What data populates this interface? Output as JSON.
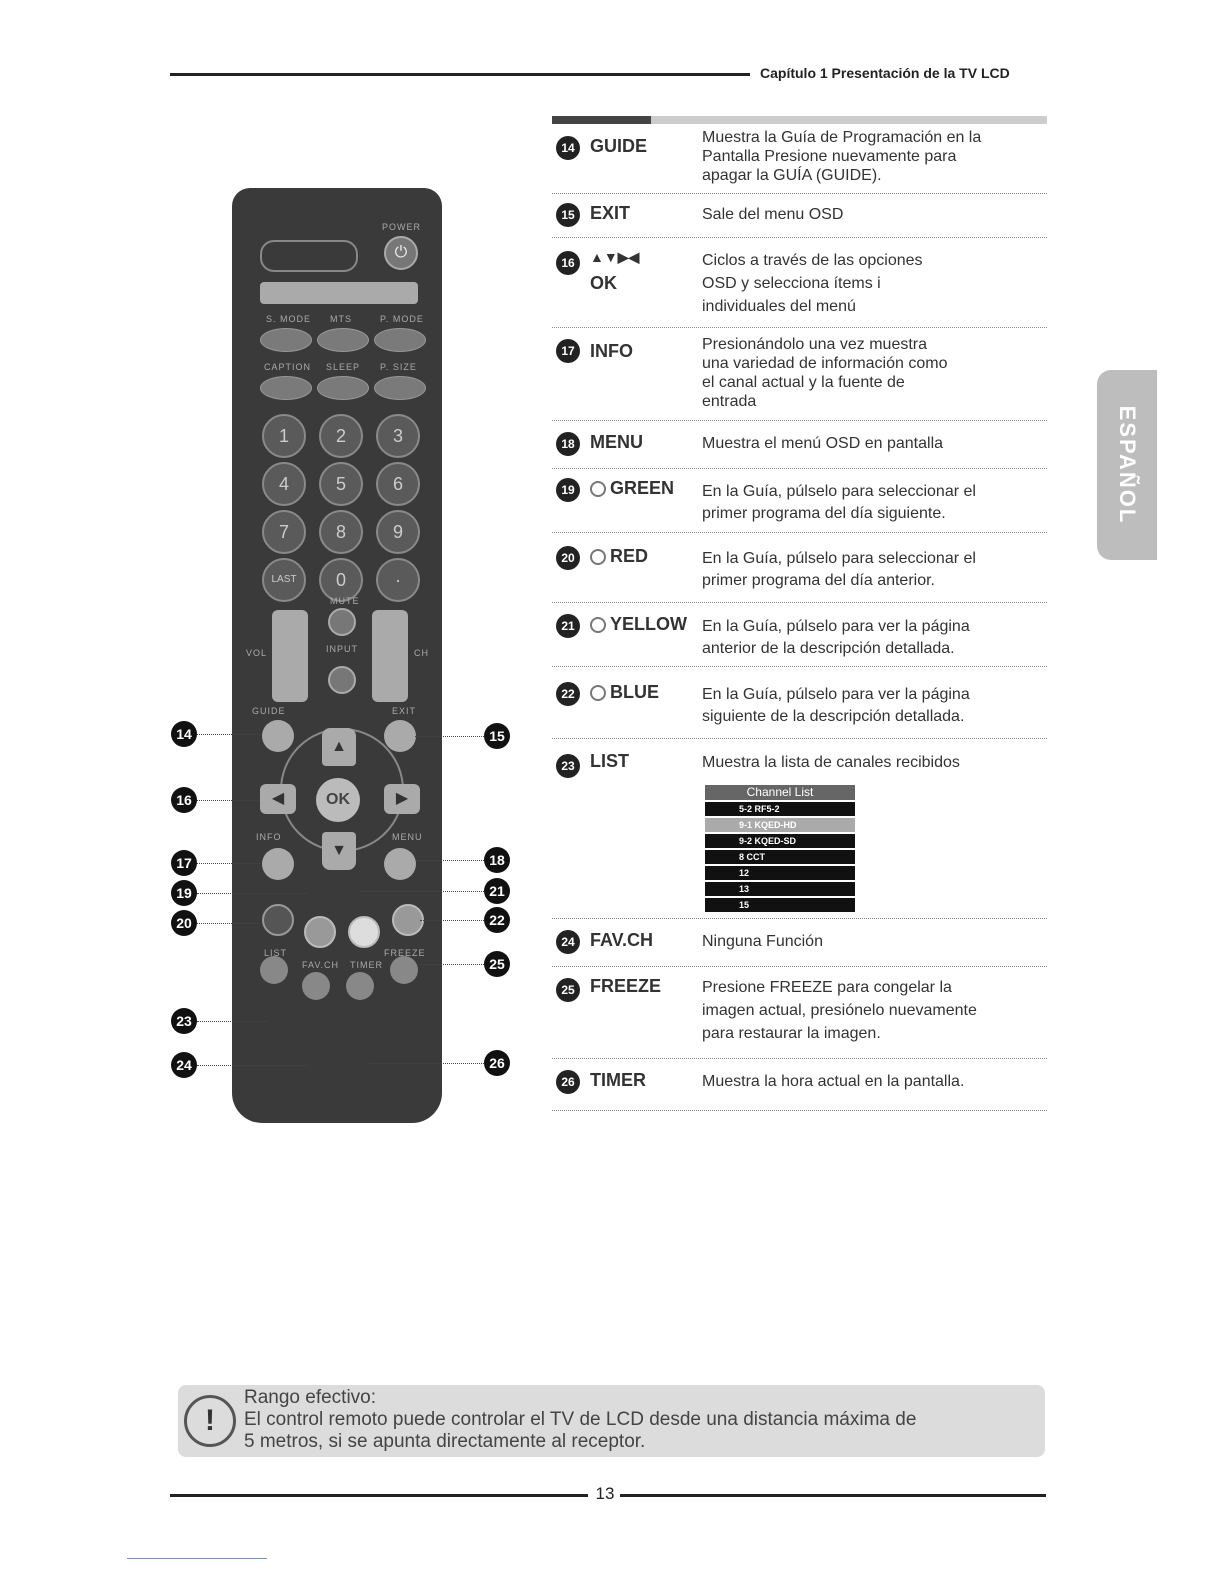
{
  "header": {
    "chapter": "Capítulo 1 Presentación de la TV LCD"
  },
  "side_tab": "ESPAÑOL",
  "remote": {
    "labels": {
      "power": "POWER",
      "s_mode": "S. MODE",
      "mts": "MTS",
      "p_mode": "P. MODE",
      "caption": "CAPTION",
      "sleep": "SLEEP",
      "p_size": "P. SIZE",
      "mute": "MUTE",
      "vol": "VOL",
      "input": "INPUT",
      "ch": "CH",
      "guide": "GUIDE",
      "exit": "EXIT",
      "info": "INFO",
      "menu": "MENU",
      "ok": "OK",
      "list": "LIST",
      "fav_ch": "FAV.CH",
      "timer": "TIMER",
      "freeze": "FREEZE",
      "last": "LAST",
      "dash": "-"
    },
    "numbers": [
      "1",
      "2",
      "3",
      "4",
      "5",
      "6",
      "7",
      "8",
      "9",
      "LAST",
      "0",
      "·"
    ],
    "callouts": [
      "14",
      "15",
      "16",
      "17",
      "18",
      "19",
      "20",
      "21",
      "22",
      "23",
      "24",
      "25",
      "26"
    ]
  },
  "rows": [
    {
      "num": "14",
      "key": "GUIDE",
      "desc": [
        "Muestra la Guía de Programación en la",
        "Pantalla Presione nuevamente para",
        "apagar la GUÍA (GUIDE)."
      ]
    },
    {
      "num": "15",
      "key": "EXIT",
      "desc": [
        "Sale del menu OSD"
      ]
    },
    {
      "num": "16",
      "key": "▲▼▶◀",
      "key2": "OK",
      "desc": [
        "Ciclos a través de las opciones",
        "OSD y selecciona ítems i",
        "individuales del menú"
      ]
    },
    {
      "num": "17",
      "key": "INFO",
      "desc": [
        "Presionándolo una vez muestra",
        "una variedad de información como",
        "el canal actual y la fuente de",
        "entrada"
      ]
    },
    {
      "num": "18",
      "key": "MENU",
      "desc": [
        "Muestra el menú OSD en pantalla"
      ]
    },
    {
      "num": "19",
      "key": "GREEN",
      "desc": [
        "En la Guía, púlselo para seleccionar el",
        "primer programa del día siguiente."
      ]
    },
    {
      "num": "20",
      "key": "RED",
      "desc": [
        "En la Guía, púlselo para seleccionar el",
        "primer programa del día anterior."
      ]
    },
    {
      "num": "21",
      "key": "YELLOW",
      "desc": [
        "En la Guía, púlselo para ver la página",
        "anterior de la descripción detallada."
      ]
    },
    {
      "num": "22",
      "key": "BLUE",
      "desc": [
        "En la Guía, púlselo para ver la página",
        "siguiente de la descripción detallada."
      ]
    },
    {
      "num": "23",
      "key": "LIST",
      "desc": [
        "Muestra la lista de canales recibidos"
      ]
    },
    {
      "num": "24",
      "key": "FAV.CH",
      "desc": [
        "Ninguna Función"
      ]
    },
    {
      "num": "25",
      "key": "FREEZE",
      "desc": [
        "Presione FREEZE para congelar la",
        "imagen actual, presiónelo nuevamente",
        "para restaurar la imagen."
      ]
    },
    {
      "num": "26",
      "key": "TIMER",
      "desc": [
        "Muestra la hora actual en la pantalla."
      ]
    }
  ],
  "channel_list": {
    "title": "Channel List",
    "items": [
      "5-2 RF5-2",
      "9-1 KQED-HD",
      "9-2 KQED-SD",
      "8 CCT",
      "12",
      "13",
      "15"
    ]
  },
  "note": {
    "icon": "!",
    "lines": [
      "Rango efectivo:",
      "El control remoto puede controlar el TV de LCD desde una distancia máxima de",
      "5 metros, si se apunta directamente al receptor."
    ]
  },
  "footer": {
    "page": "13"
  }
}
